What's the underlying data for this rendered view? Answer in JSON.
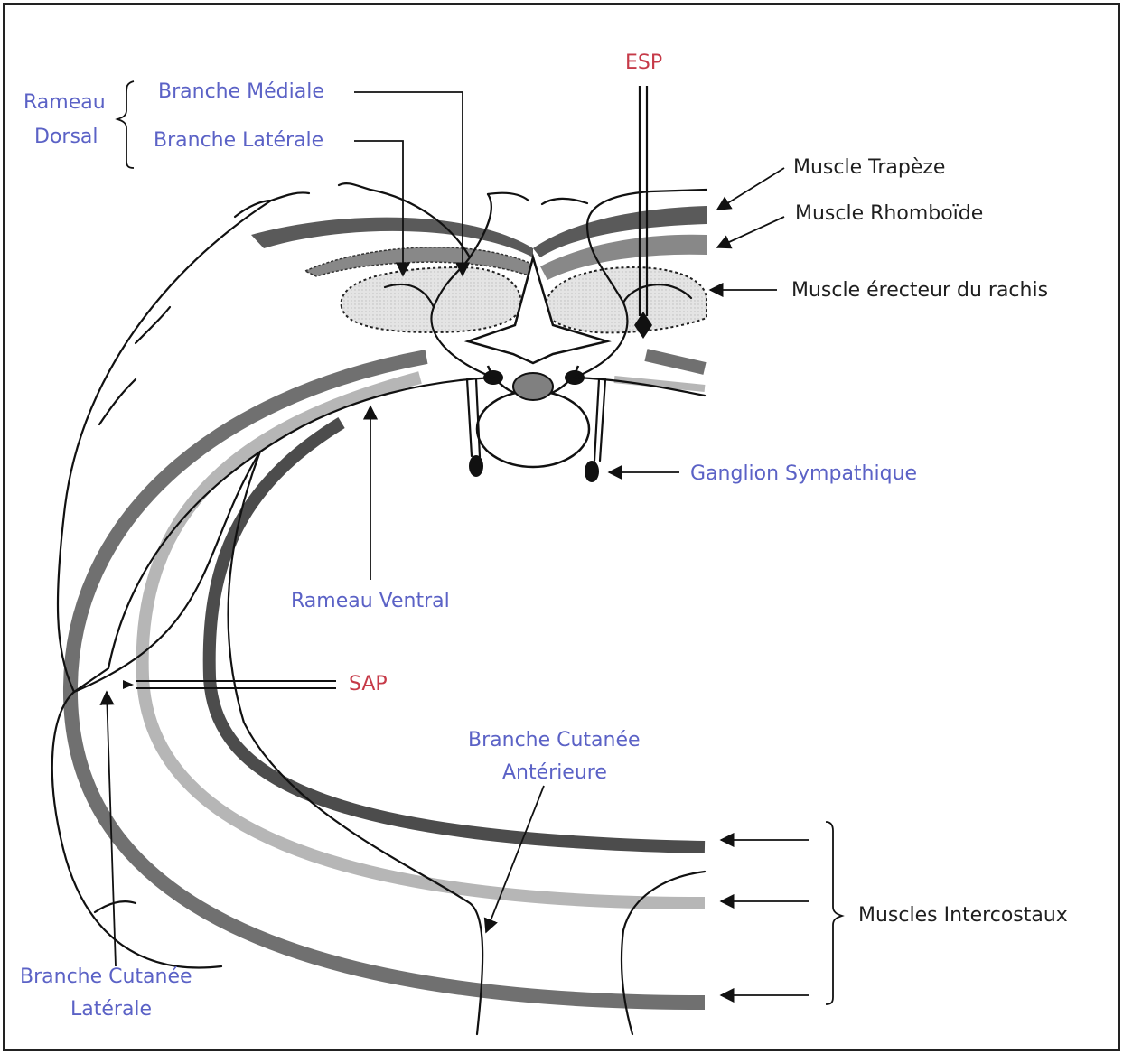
{
  "colors": {
    "blue_label": "#5b62c6",
    "red_label": "#c63a48",
    "black_label": "#1f1f1f",
    "muscle_dark": "#4a4a4a",
    "muscle_mid": "#707070",
    "muscle_light": "#b4b4b4",
    "erector_fill": "#e2e2e2"
  },
  "labels": {
    "rameau_dorsal_1": "Rameau",
    "rameau_dorsal_2": "Dorsal",
    "branche_mediale": "Branche Médiale",
    "branche_laterale": "Branche Latérale",
    "esp": "ESP",
    "muscle_trapeze": "Muscle Trapèze",
    "muscle_rhomboide": "Muscle Rhomboïde",
    "muscle_erecteur": "Muscle érecteur du rachis",
    "ganglion": "Ganglion Sympathique",
    "rameau_ventral": "Rameau Ventral",
    "sap": "SAP",
    "cutanee_ant_1": "Branche Cutanée",
    "cutanee_ant_2": "Antérieure",
    "muscles_intercostaux": "Muscles Intercostaux",
    "cutanee_lat_1": "Branche Cutanée",
    "cutanee_lat_2": "Latérale"
  }
}
